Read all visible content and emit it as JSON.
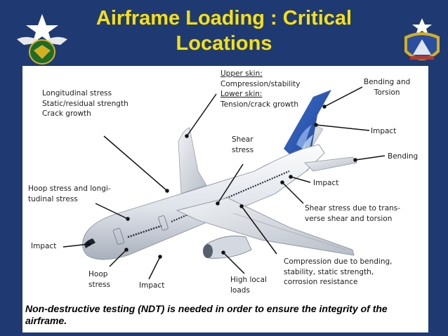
{
  "slide": {
    "title_line1": "Airframe Loading : Critical",
    "title_line2": "Locations",
    "note": "Non-destructive testing (NDT) is needed in order to ensure the integrity of the airframe."
  },
  "labels": {
    "longitudinal": [
      "Longitudinal stress",
      "Static/residual strength",
      "Crack growth"
    ],
    "upper_skin_head": "Upper skin:",
    "upper_skin_text": "Compression/stability",
    "lower_skin_head": "Lower skin:",
    "lower_skin_text": "Tension/crack growth",
    "bending_torsion": [
      "Bending and",
      "Torsion"
    ],
    "impact_tail": "Impact",
    "bending": "Bending",
    "shear_stress": [
      "Shear",
      "stress"
    ],
    "impact_fuselage": "Impact",
    "hoop_longi": [
      "Hoop stress and longi-",
      "tudinal stress"
    ],
    "shear_trans": [
      "Shear stress due to trans-",
      "verse shear and torsion"
    ],
    "impact_nose": "Impact",
    "compression": [
      "Compression due to bending,",
      "stability, static strength,",
      "corrosion resistance"
    ],
    "hoop": [
      "Hoop",
      "stress"
    ],
    "impact_lower": "Impact",
    "high_local": [
      "High local",
      "loads"
    ]
  },
  "colors": {
    "background": "#1f3a73",
    "title": "#f7e010",
    "fuselage": "#e4e8ee",
    "tail_blue": "#2a55b5"
  }
}
